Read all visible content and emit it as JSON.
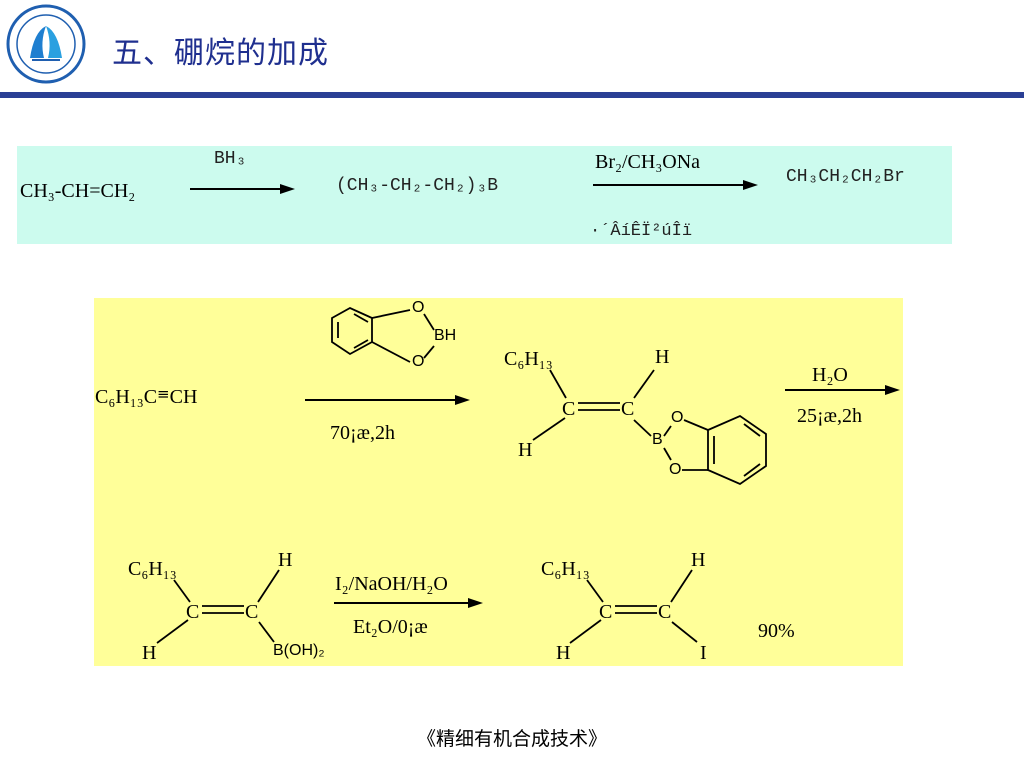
{
  "title": "五、硼烷的加成",
  "footer": "《精细有机合成技术》",
  "reaction1": {
    "reactant": "CH₃-CH=CH₂",
    "reagent": "BH₃",
    "intermediate": "(CH₃-CH₂-CH₂)₃B",
    "reagent2": "Br₂/CH₃ONa",
    "condition2": "·´ÂíÊÏ²úÎï",
    "product": "CH₃CH₂CH₂Br"
  },
  "reaction2": {
    "reactant": "C₆H₁₃C",
    "triple_bond": "≡",
    "reactant_end": "CH",
    "catechol_O_top": "O",
    "catechol_BH": "BH",
    "catechol_O_bottom": "O",
    "condition1": "70¡æ,2h",
    "int_C6H13": "C₆H₁₃",
    "int_H_top": "H",
    "int_C_left": "C",
    "int_C_right": "C",
    "int_H_bottom": "H",
    "int_B": "B",
    "int_O_top": "O",
    "int_O_bottom": "O",
    "reagent2": "H₂O",
    "condition2": "25¡æ,2h"
  },
  "reaction3": {
    "C6H13": "C₆H₁₃",
    "H_top": "H",
    "C_left": "C",
    "C_right": "C",
    "H_bottom": "H",
    "BOH2": "B(OH)₂",
    "reagent": "I₂/NaOH/H₂O",
    "condition": "Et₂O/0¡æ",
    "p_C6H13": "C₆H₁₃",
    "p_H_top": "H",
    "p_C_left": "C",
    "p_C_right": "C",
    "p_H_bottom": "H",
    "p_I": "I",
    "yield": "90%"
  },
  "colors": {
    "title": "#1f2f8f",
    "rule": "#2a3f95",
    "box1": "#ccfbee",
    "box2": "#ffff99"
  },
  "icons": {
    "logo": "university-seal-icon"
  }
}
